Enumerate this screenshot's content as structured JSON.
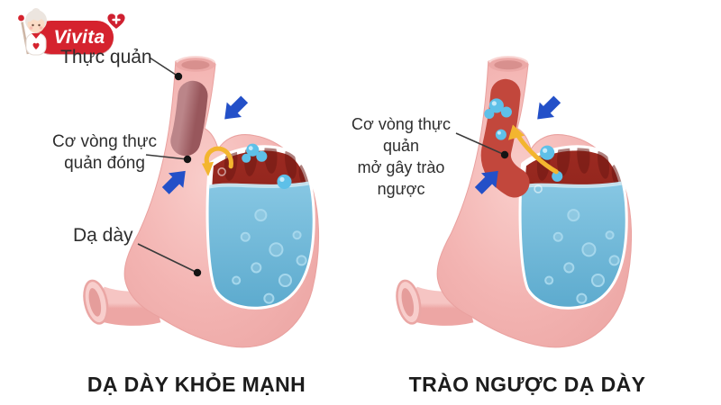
{
  "logo": {
    "brand": "Vivita",
    "badge_color": "#d5232e"
  },
  "left_panel": {
    "label_esophagus": "Thực quản",
    "label_sphincter_line1": "Cơ vòng thực",
    "label_sphincter_line2": "quản đóng",
    "label_stomach": "Dạ dày",
    "caption": "DẠ DÀY KHỎE MẠNH"
  },
  "right_panel": {
    "label_sphincter_line1": "Cơ vòng thực quản",
    "label_sphincter_line2": "mở gây trào ngược",
    "caption": "TRÀO NGƯỢC DẠ DÀY"
  },
  "colors": {
    "stomach_pink": "#f3b4b2",
    "interior_red": "#8e231e",
    "reflux_channel_red": "#c2473c",
    "acid_blue": "#79c3e4",
    "arrow_blue": "#2350c8",
    "arrow_yellow": "#f3b52f",
    "label_text": "#2e2e2e",
    "caption_text": "#1c1c1c"
  }
}
